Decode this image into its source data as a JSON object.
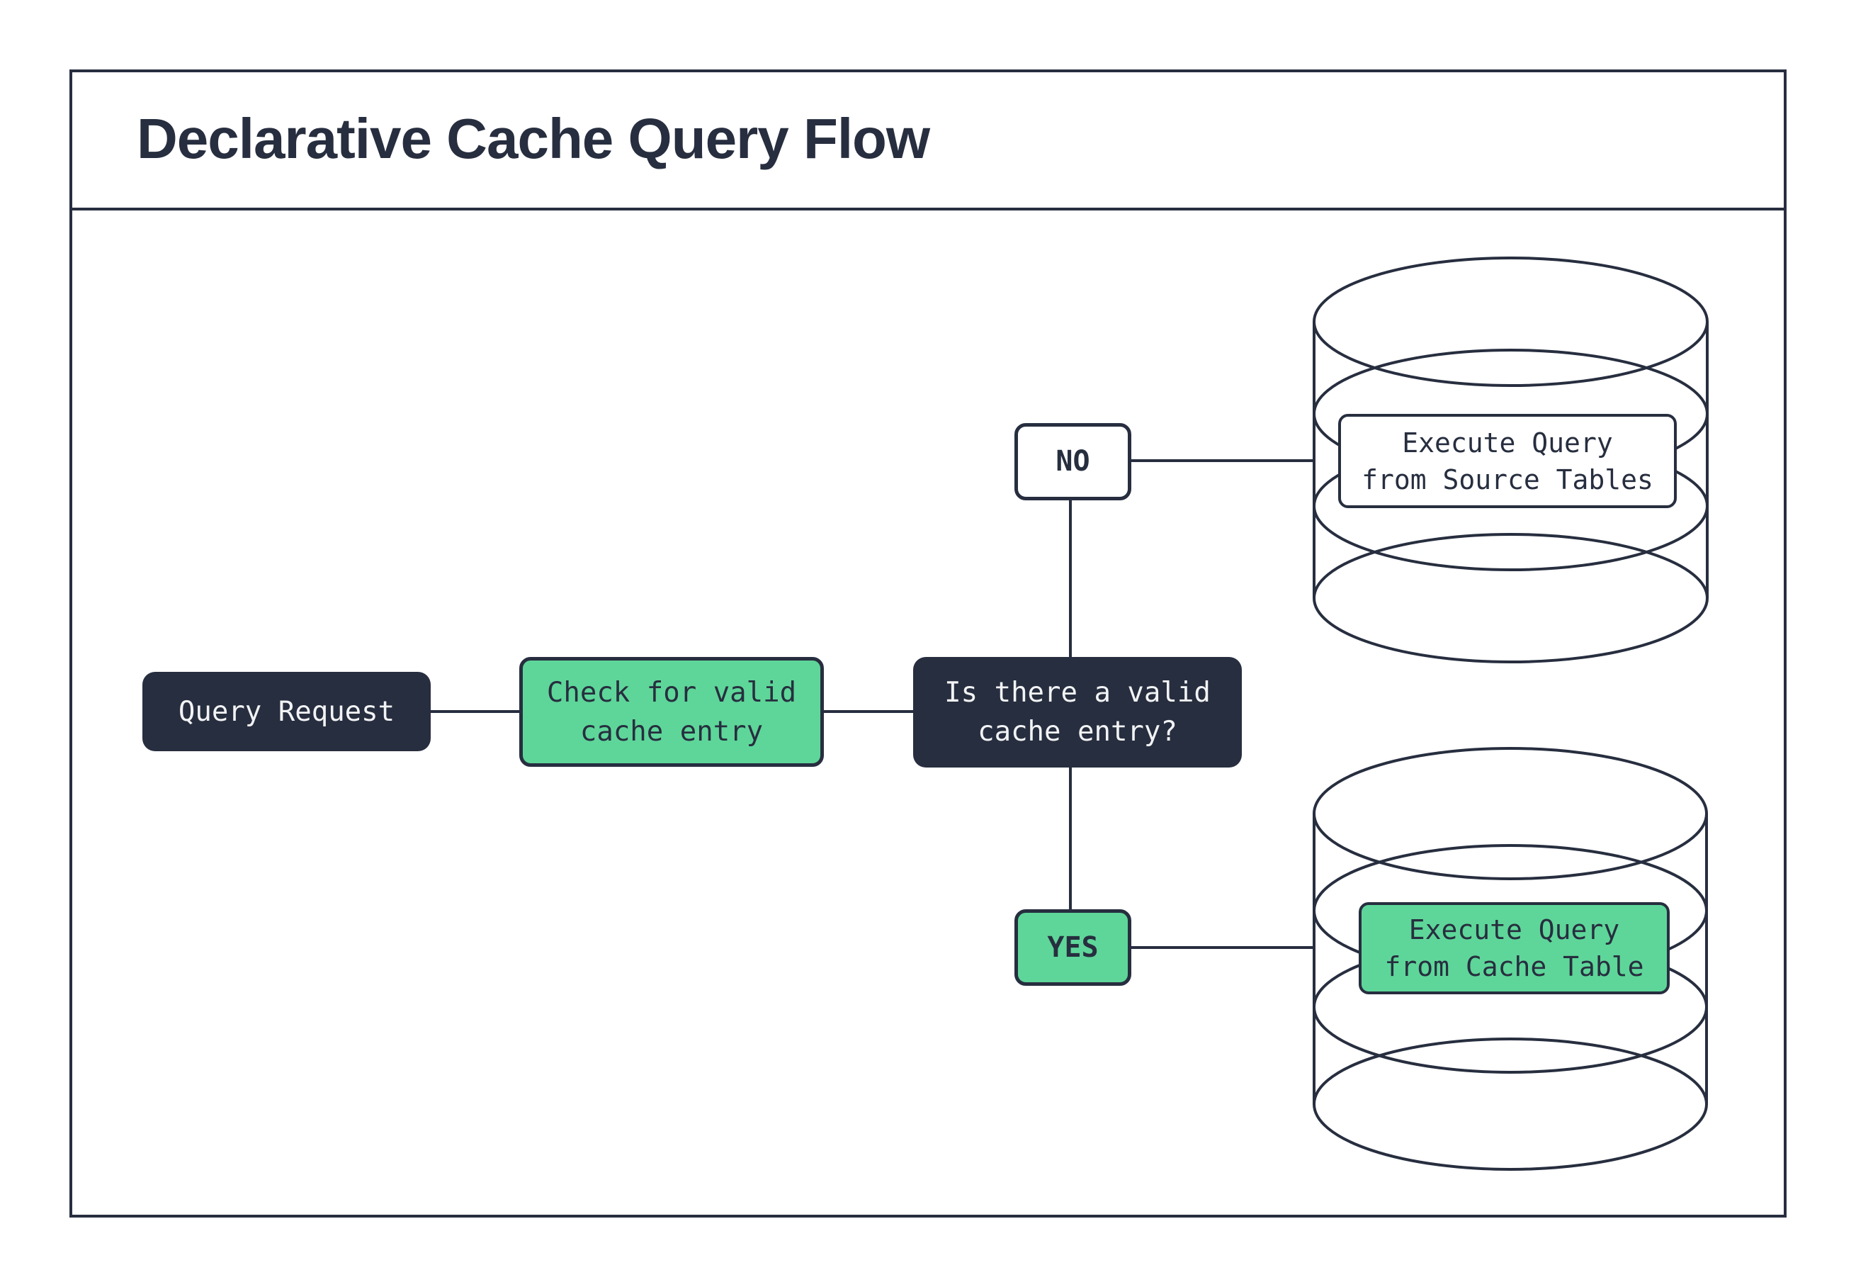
{
  "title": "Declarative Cache Query Flow",
  "colors": {
    "dark_navy": "#272e3f",
    "green": "#5ed699",
    "light_text": "#f2f3f5",
    "background": "#ffffff"
  },
  "flow": {
    "query_request": {
      "label": "Query Request"
    },
    "check_cache": {
      "line1": "Check for valid",
      "line2": "cache entry"
    },
    "decision": {
      "line1": "Is there a valid",
      "line2": "cache entry?"
    },
    "branch_no": {
      "label": "NO"
    },
    "branch_yes": {
      "label": "YES"
    },
    "source_db": {
      "line1": "Execute Query",
      "line2": "from Source Tables"
    },
    "cache_db": {
      "line1": "Execute Query",
      "line2": "from Cache Table"
    }
  },
  "edges": [
    {
      "from": "query_request",
      "to": "check_cache"
    },
    {
      "from": "check_cache",
      "to": "decision"
    },
    {
      "from": "decision",
      "to": "source_db",
      "label": "NO"
    },
    {
      "from": "decision",
      "to": "cache_db",
      "label": "YES"
    }
  ]
}
